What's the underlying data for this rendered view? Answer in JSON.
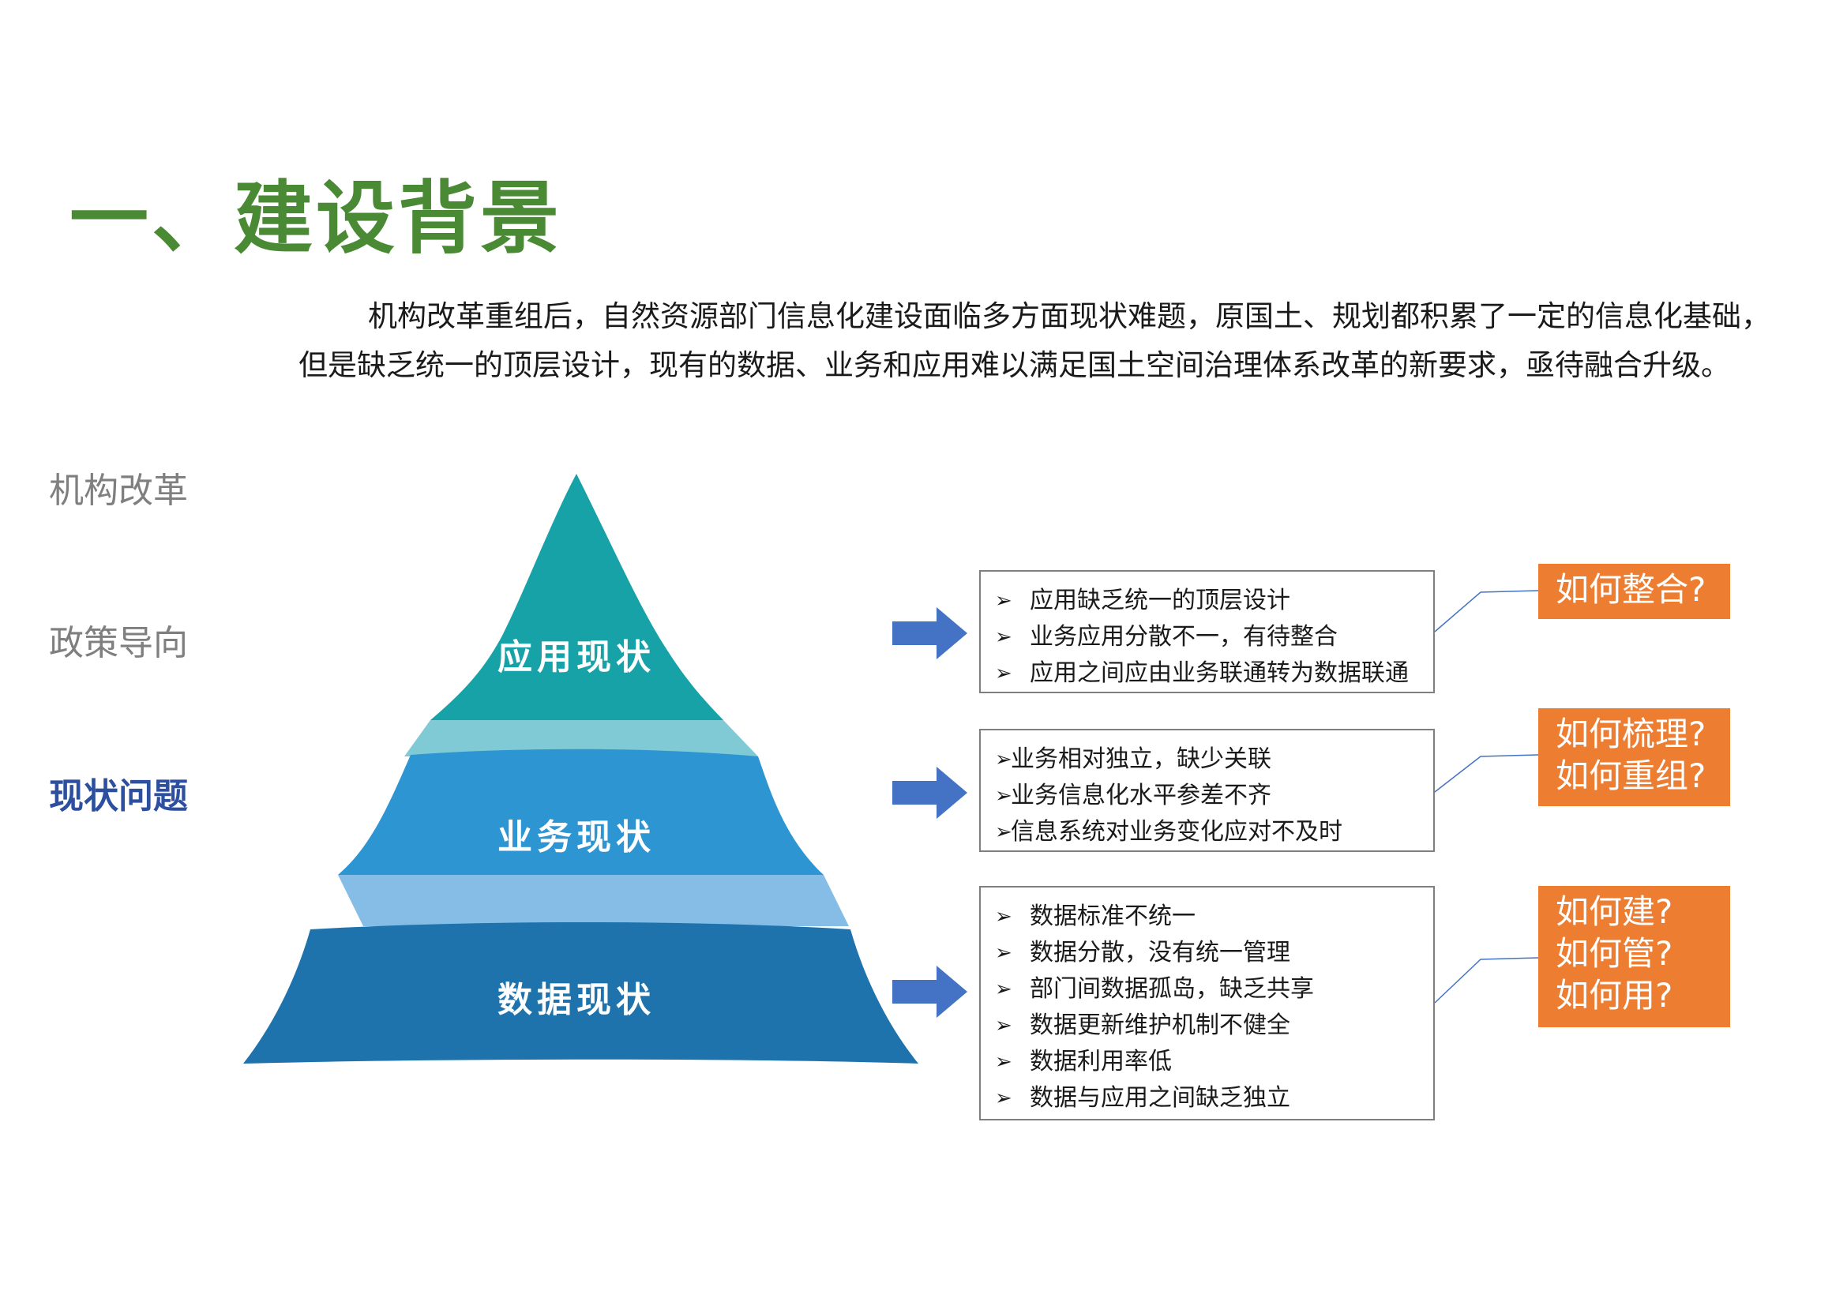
{
  "page": {
    "title": "一、建设背景",
    "intro": "机构改革重组后，自然资源部门信息化建设面临多方面现状难题，原国土、规划都积累了一定的信息化基础，但是缺乏统一的顶层设计，现有的数据、业务和应用难以满足国土空间治理体系改革的新要求，亟待融合升级。"
  },
  "side_labels": [
    {
      "text": "机构改革",
      "active": false
    },
    {
      "text": "政策导向",
      "active": false
    },
    {
      "text": "现状问题",
      "active": true
    }
  ],
  "colors": {
    "title_green": "#4a8a35",
    "tier_top": "#17a2a8",
    "tier_mid": "#2e95d3",
    "tier_bottom": "#1f73ad",
    "connector_top": "#7fcad4",
    "connector_bottom": "#86bde6",
    "arrow": "#4472c4",
    "question_bg": "#ed7d31",
    "active_label": "#2d4fa0"
  },
  "tiers": [
    {
      "label": "应用现状",
      "bullet_style": "spaced",
      "items": [
        "应用缺乏统一的顶层设计",
        "业务应用分散不一，有待整合",
        "应用之间应由业务联通转为数据联通"
      ],
      "questions": [
        "如何整合?"
      ]
    },
    {
      "label": "业务现状",
      "bullet_style": "tight",
      "items": [
        "业务相对独立，缺少关联",
        "业务信息化水平参差不齐",
        "信息系统对业务变化应对不及时"
      ],
      "questions": [
        "如何梳理?",
        "如何重组?"
      ]
    },
    {
      "label": "数据现状",
      "bullet_style": "spaced",
      "items": [
        "数据标准不统一",
        "数据分散，没有统一管理",
        "部门间数据孤岛，缺乏共享",
        "数据更新维护机制不健全",
        "数据利用率低",
        "数据与应用之间缺乏独立"
      ],
      "questions": [
        "如何建?",
        "如何管?",
        "如何用?"
      ]
    }
  ],
  "icons": {
    "arrow": "right-arrow-icon",
    "bullet": "triangle-bullet-icon"
  }
}
